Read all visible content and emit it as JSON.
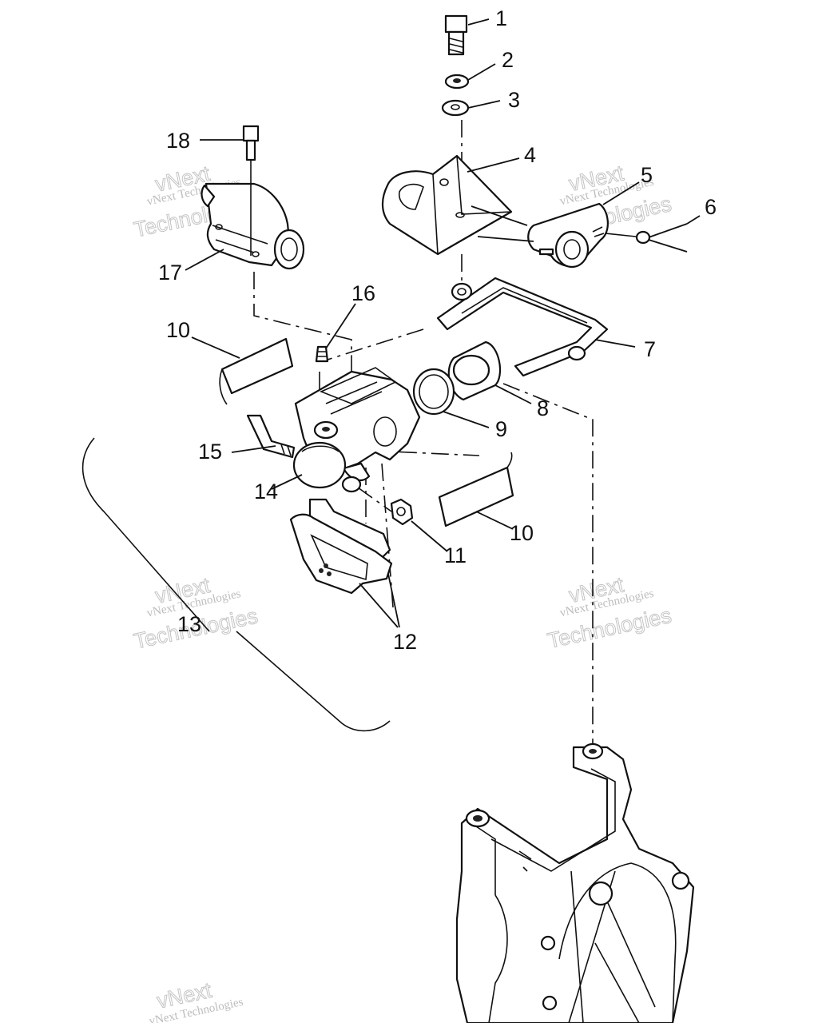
{
  "callouts": [
    {
      "id": "c1",
      "label": "1"
    },
    {
      "id": "c2",
      "label": "2"
    },
    {
      "id": "c3",
      "label": "3"
    },
    {
      "id": "c4",
      "label": "4"
    },
    {
      "id": "c5",
      "label": "5"
    },
    {
      "id": "c6",
      "label": "6"
    },
    {
      "id": "c7",
      "label": "7"
    },
    {
      "id": "c8",
      "label": "8"
    },
    {
      "id": "c9",
      "label": "9"
    },
    {
      "id": "c10a",
      "label": "10"
    },
    {
      "id": "c10b",
      "label": "10"
    },
    {
      "id": "c11",
      "label": "11"
    },
    {
      "id": "c12",
      "label": "12"
    },
    {
      "id": "c13",
      "label": "13"
    },
    {
      "id": "c14",
      "label": "14"
    },
    {
      "id": "c15",
      "label": "15"
    },
    {
      "id": "c16",
      "label": "16"
    },
    {
      "id": "c17",
      "label": "17"
    },
    {
      "id": "c18",
      "label": "18"
    }
  ],
  "watermark": {
    "line1": "vNext Technologies",
    "line2": "vNext",
    "line3": "Technologies"
  }
}
